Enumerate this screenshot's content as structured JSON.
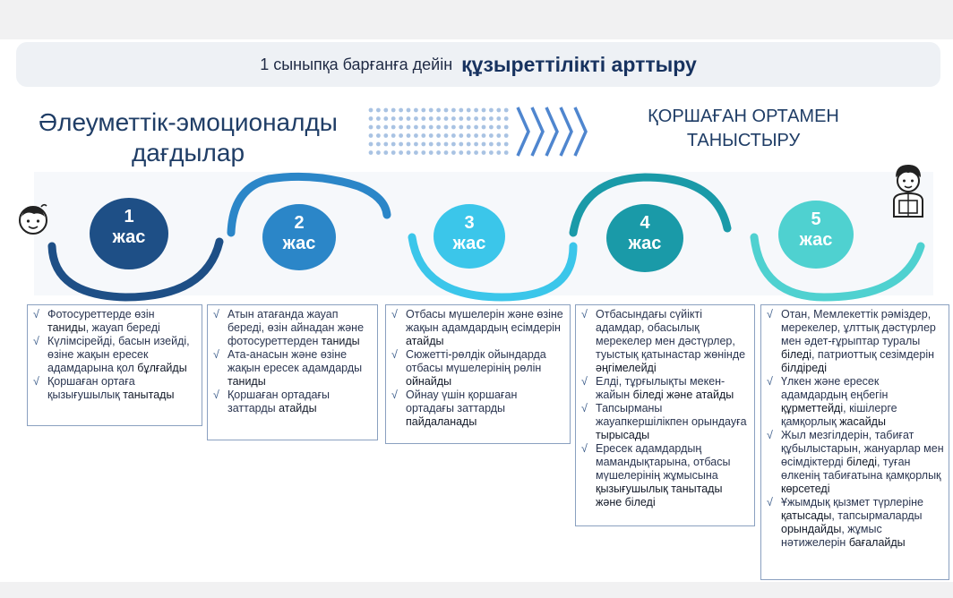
{
  "header": {
    "banner_prefix": "1 сыныпқа барғанға дейін",
    "banner_main": "құзыреттілікті арттыру"
  },
  "headings": {
    "left_line1": "Әлеуметтік-эмоционалды",
    "left_line2": "дағдылар",
    "right_line1": "ҚОРШАҒАН ОРТАМЕН",
    "right_line2": "ТАНЫСТЫРУ"
  },
  "colors": {
    "circle1": "#1e4f86",
    "circle2": "#2b86c8",
    "circle3": "#3bc6ea",
    "circle4": "#1a9aa8",
    "circle5": "#4fd1d0",
    "dots": "#a9c3e3",
    "chevrons": "#4f86cf"
  },
  "icons": {
    "check": "√"
  },
  "stages": [
    {
      "num": "1",
      "unit": "жас",
      "items": [
        [
          {
            "t": "Фотосуреттерде өзін "
          },
          {
            "t": "таниды",
            "b": true
          },
          {
            "t": ", жауап береді"
          }
        ],
        [
          {
            "t": "Күлімсірейді, басын изейді, өзіне жақын ересек адамдарына қол "
          },
          {
            "t": "бұлғайды",
            "b": true
          }
        ],
        [
          {
            "t": "Қоршаған ортаға қызығушылық "
          },
          {
            "t": "танытады",
            "b": true
          }
        ]
      ]
    },
    {
      "num": "2",
      "unit": "жас",
      "items": [
        [
          {
            "t": "Атын атағанда жауап береді, өзін айнадан және фотосуреттерден "
          },
          {
            "t": "таниды",
            "b": true
          }
        ],
        [
          {
            "t": "Ата-анасын және өзіне жақын ересек адамдарды "
          },
          {
            "t": "таниды",
            "b": true
          }
        ],
        [
          {
            "t": "Қоршаған ортадағы заттарды "
          },
          {
            "t": "атайды",
            "b": true
          }
        ]
      ]
    },
    {
      "num": "3",
      "unit": "жас",
      "items": [
        [
          {
            "t": "Отбасы мүшелерін және өзіне жақын адамдардың есімдерін "
          },
          {
            "t": "атайды",
            "b": true
          }
        ],
        [
          {
            "t": "Сюжетті-рөлдік ойындарда отбасы мүшелерінің рөлін "
          },
          {
            "t": "ойнайды",
            "b": true
          }
        ],
        [
          {
            "t": "Ойнау үшін қоршаған ортадағы заттарды "
          },
          {
            "t": "пайдаланады",
            "b": true
          }
        ]
      ]
    },
    {
      "num": "4",
      "unit": "жас",
      "items": [
        [
          {
            "t": "Отбасындағы сүйікті адамдар, обасылық мерекелер мен дәстүрлер, туыстық қатынастар жөнінде "
          },
          {
            "t": "әңгімелейді",
            "b": true
          }
        ],
        [
          {
            "t": "Елді, тұрғылықты мекен-жайын "
          },
          {
            "t": "біледі және атайды",
            "b": true
          }
        ],
        [
          {
            "t": "Тапсырманы жауапкершілікпен орындауға "
          },
          {
            "t": "тырысады",
            "b": true
          }
        ],
        [
          {
            "t": "Ересек адамдардың мамандықтарына, отбасы мүшелерінің жұмысына "
          },
          {
            "t": "қызығушылық танытады және біледі",
            "b": true
          }
        ]
      ]
    },
    {
      "num": "5",
      "unit": "жас",
      "items": [
        [
          {
            "t": "Отан, Мемлекеттік рәміздер, мерекелер, ұлттық  дәстүрлер мен әдет-ғұрыптар туралы "
          },
          {
            "t": "біледі",
            "b": true
          },
          {
            "t": ", патриоттық сезімдерін "
          },
          {
            "t": "білдіреді",
            "b": true
          }
        ],
        [
          {
            "t": "Үлкен және ересек адамдардың  еңбегін "
          },
          {
            "t": "құрметтейді",
            "b": true
          },
          {
            "t": ", кішілерге қамқорлық "
          },
          {
            "t": "жасайды",
            "b": true
          }
        ],
        [
          {
            "t": "Жыл мезгілдерін, табиғат құбылыстарын, жануарлар мен өсімдіктерді "
          },
          {
            "t": "біледі",
            "b": true
          },
          {
            "t": ", туған өлкенің табиғатына қамқорлық "
          },
          {
            "t": "көрсетеді",
            "b": true
          }
        ],
        [
          {
            "t": "Ұжымдық қызмет түрлеріне "
          },
          {
            "t": "қатысады",
            "b": true
          },
          {
            "t": ", тапсырмаларды "
          },
          {
            "t": "орындайды",
            "b": true
          },
          {
            "t": ", жұмыс нәтижелерін "
          },
          {
            "t": "бағалайды",
            "b": true
          }
        ]
      ]
    }
  ]
}
